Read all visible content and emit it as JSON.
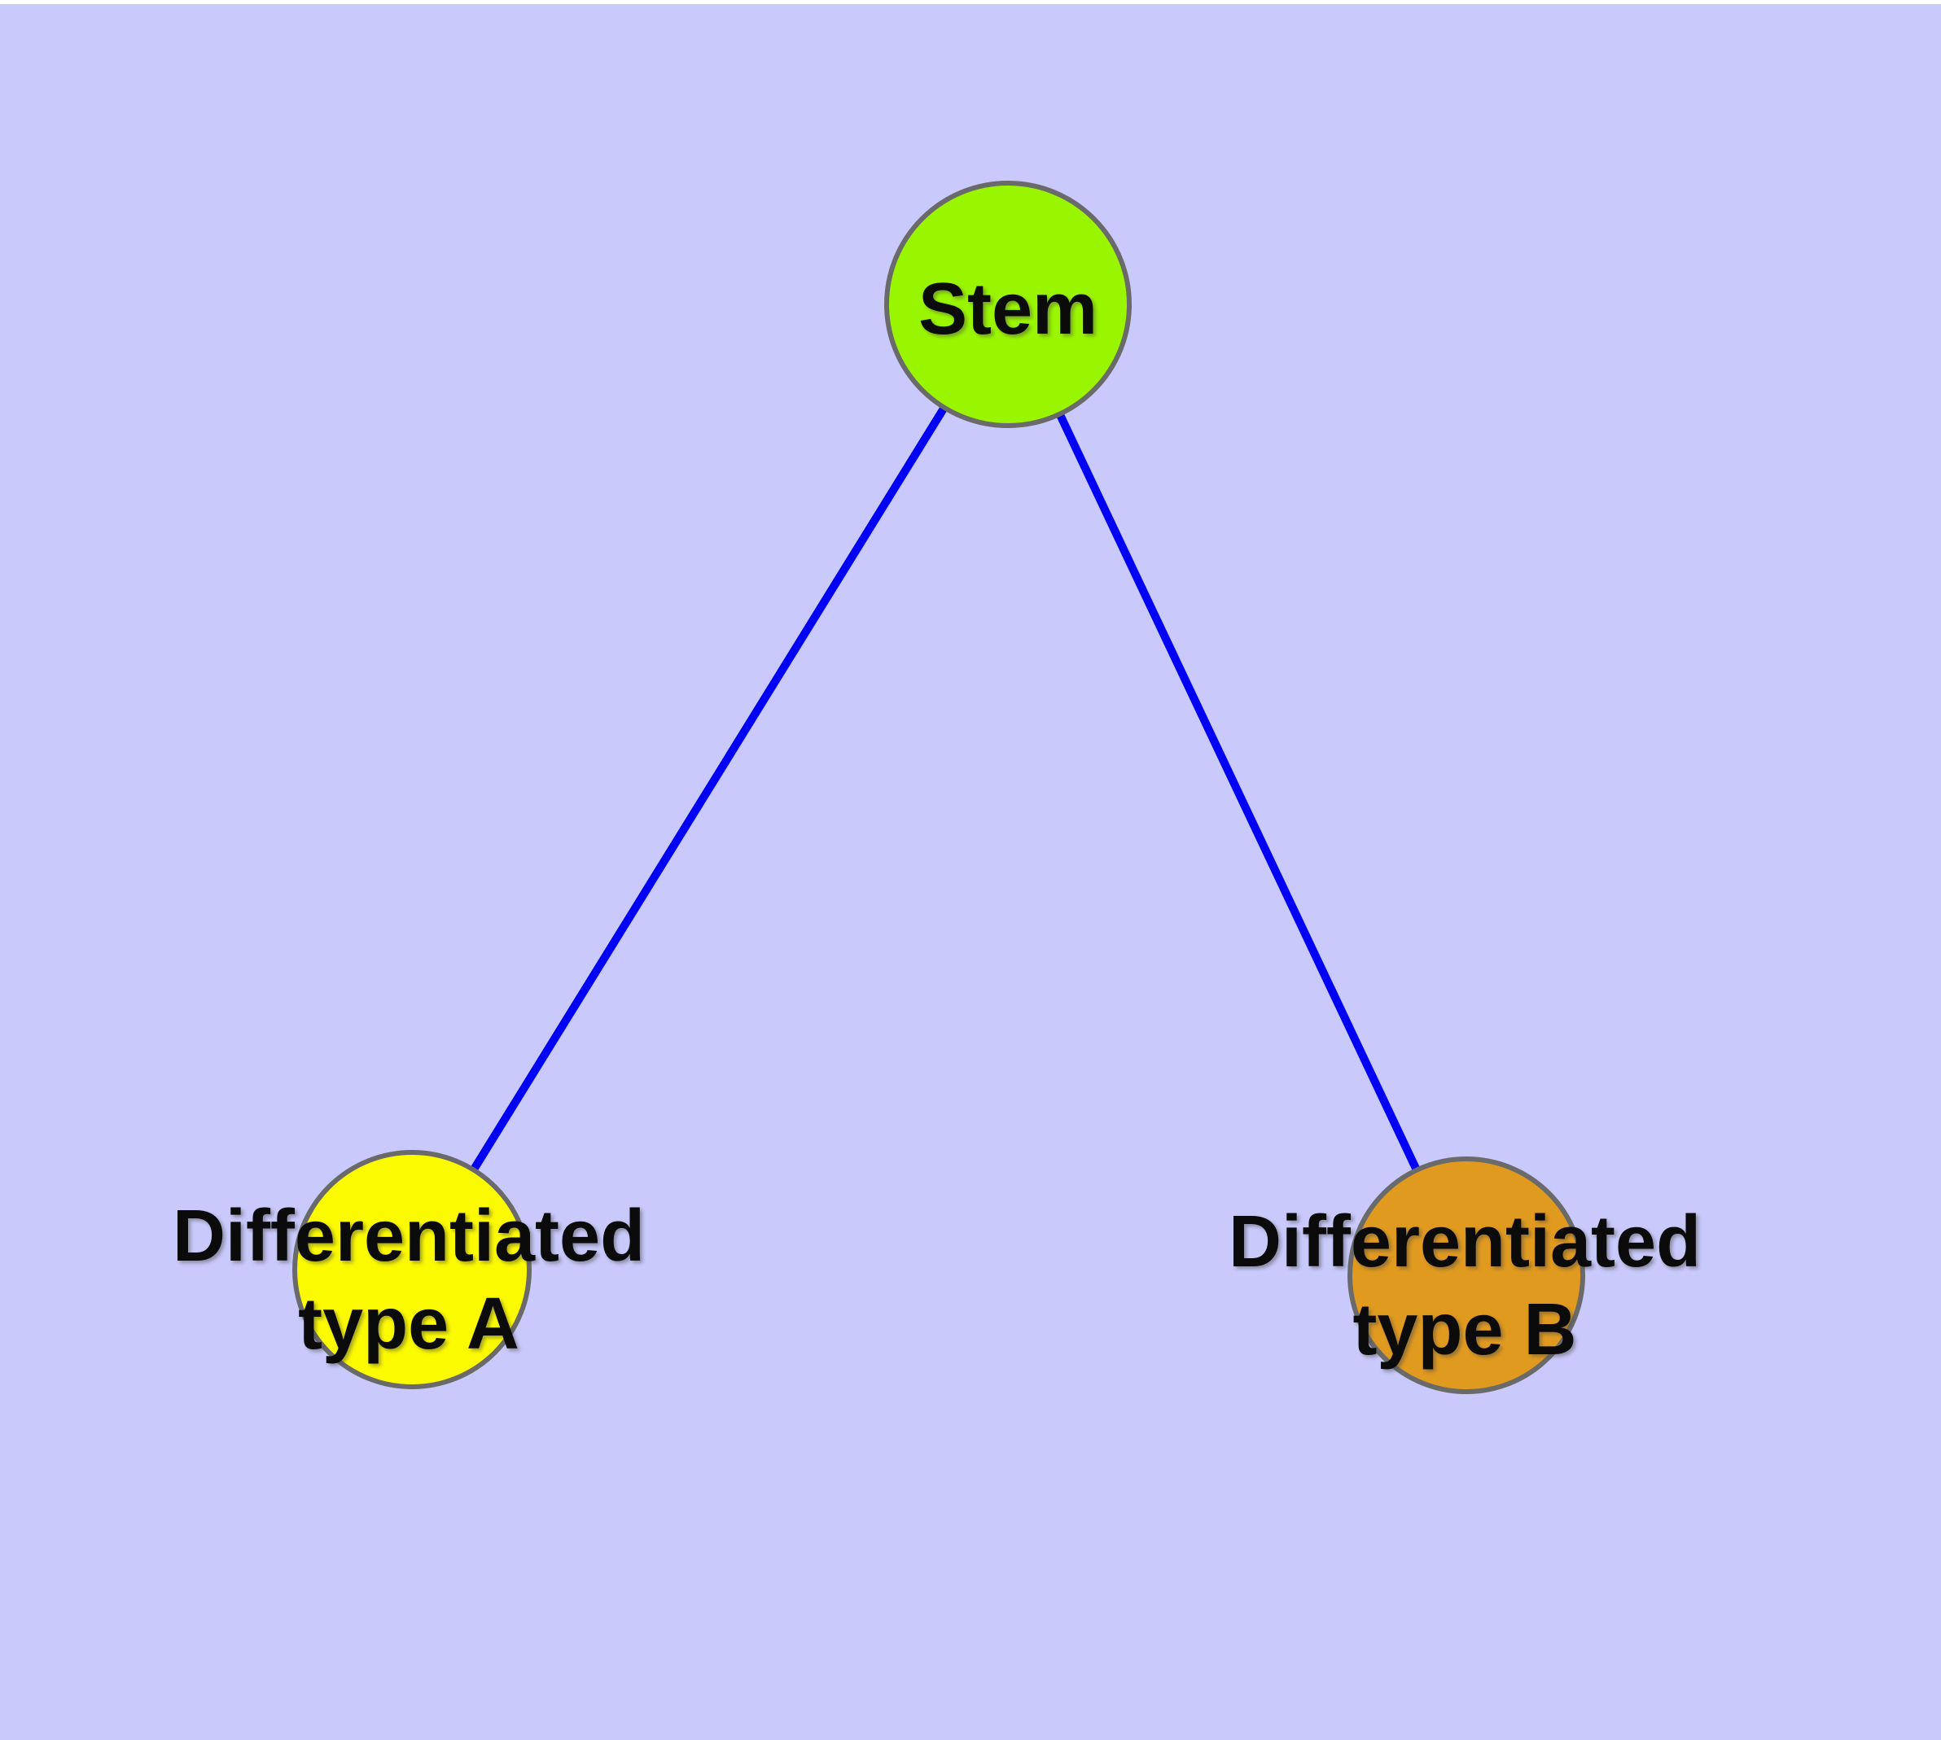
{
  "canvas": {
    "background": "#c9c9fb",
    "page_background": "#ffffff"
  },
  "graph": {
    "type": "node-link-diagram",
    "edge_color": "#0000f4",
    "node_border_color": "#6a6a6a",
    "label_color": "#0b0b0b",
    "nodes": [
      {
        "id": "stem",
        "label": "Stem",
        "fill": "#9af600"
      },
      {
        "id": "differentiated-type-a",
        "label": "Differentiated\ntype A",
        "fill": "#fcfa00"
      },
      {
        "id": "differentiated-type-b",
        "label": "Differentiated\ntype B",
        "fill": "#e09a20"
      }
    ],
    "edges": [
      {
        "from": "Stem",
        "to": "Differentiated type A"
      },
      {
        "from": "Stem",
        "to": "Differentiated type B"
      }
    ]
  }
}
